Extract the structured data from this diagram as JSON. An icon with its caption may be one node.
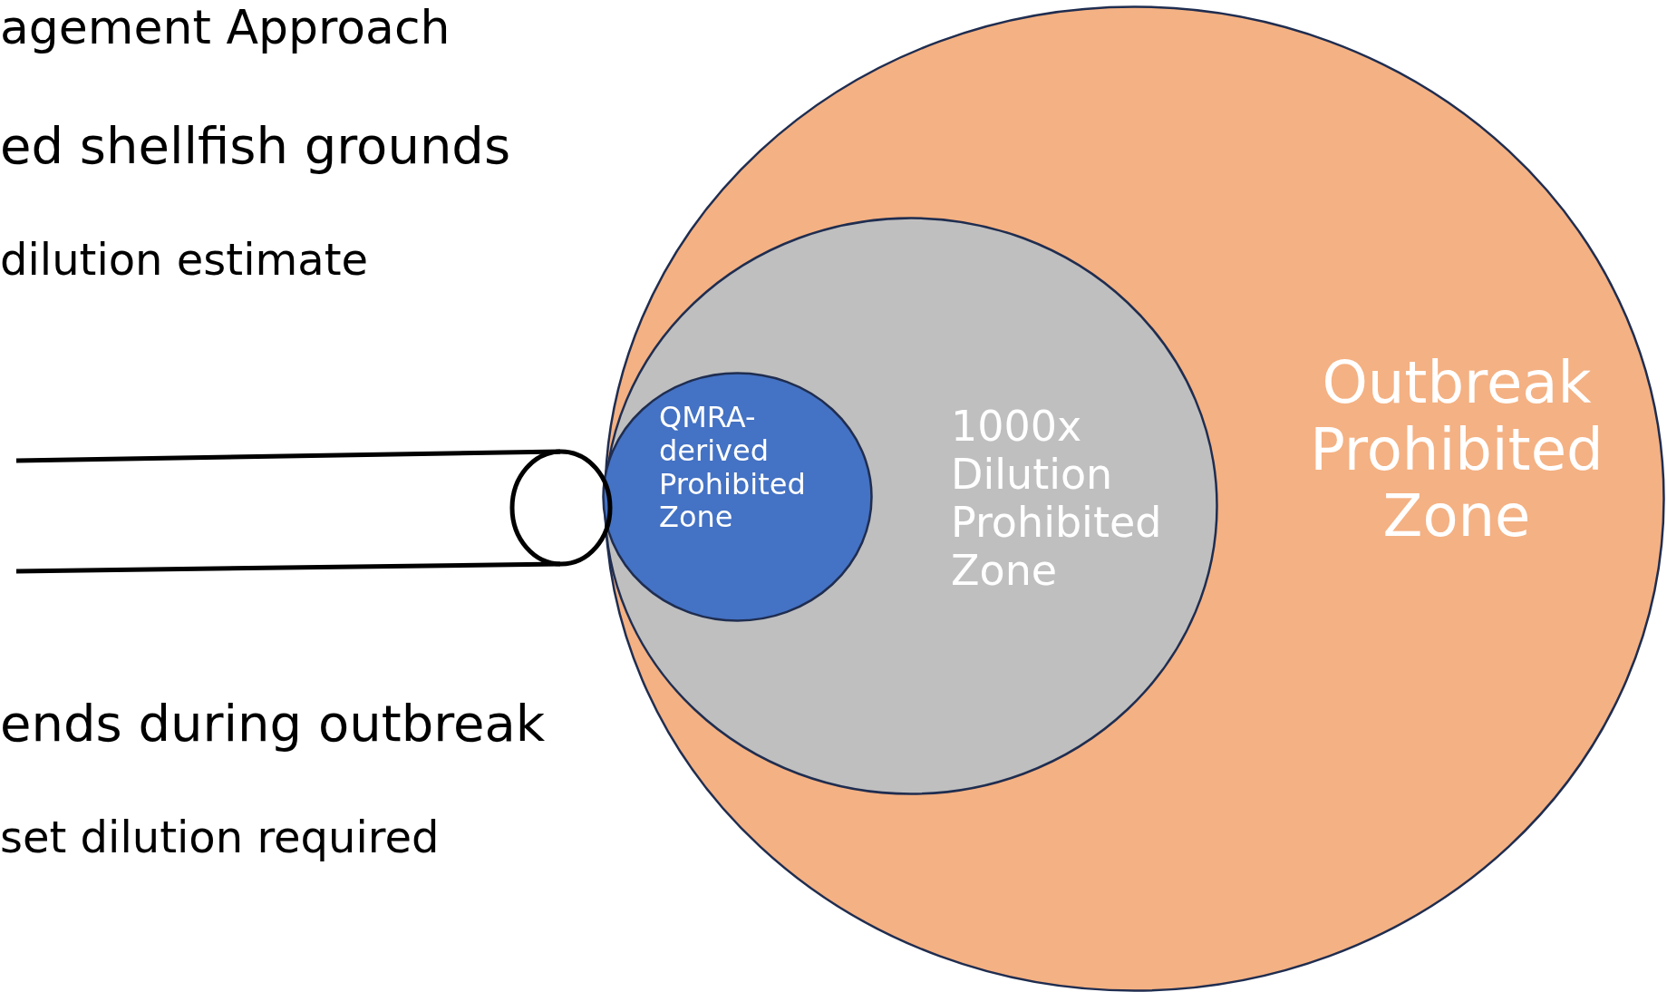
{
  "diagram": {
    "title": "agement Approach",
    "nodes": [
      {
        "text": [
          "Outbreak Prohibited Zone"
        ]
      },
      {
        "text": [
          "1000x Dilution Prohibited Zone"
        ],
        "in": 0
      },
      {
        "text": [
          "QMRA-derived Prohibited Zone"
        ],
        "in": 1
      }
    ],
    "labels": [
      "ed shellfish grounds",
      "dilution estimate",
      "ends during outbreak",
      "set dilution required"
    ]
  }
}
